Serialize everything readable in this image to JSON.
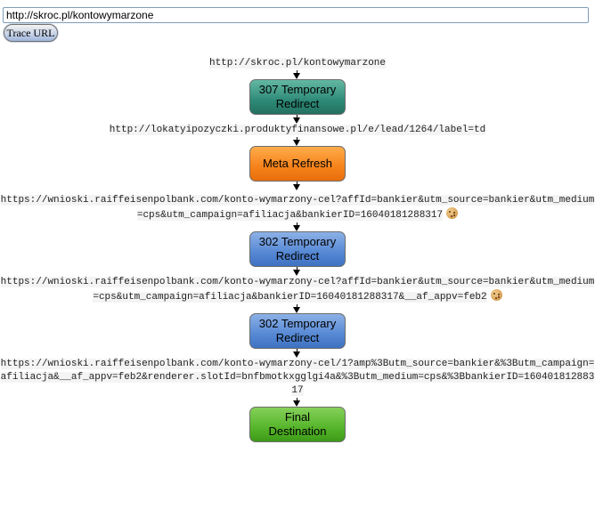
{
  "input": {
    "value": "http://skroc.pl/kontowymarzone"
  },
  "trace_button": {
    "label": "Trace URL"
  },
  "chain": [
    {
      "url": "http://skroc.pl/kontowymarzone",
      "cookie": false
    },
    {
      "status": "307 Temporary Redirect",
      "kind": "s307"
    },
    {
      "url": "http://lokatyipozyczki.produktyfinansowe.pl/e/lead/1264/label=td",
      "cookie": false
    },
    {
      "status": "Meta Refresh",
      "kind": "meta"
    },
    {
      "url": "https://wnioski.raiffeisenpolbank.com/konto-wymarzony-cel?affId=bankier&utm_source=bankier&utm_medium=cps&utm_campaign=afiliacja&bankierID=16040181288317",
      "cookie": true
    },
    {
      "status": "302 Temporary Redirect",
      "kind": "s302"
    },
    {
      "url": "https://wnioski.raiffeisenpolbank.com/konto-wymarzony-cel?affId=bankier&utm_source=bankier&utm_medium=cps&utm_campaign=afiliacja&bankierID=16040181288317&__af_appv=feb2",
      "cookie": true
    },
    {
      "status": "302 Temporary Redirect",
      "kind": "s302"
    },
    {
      "url": "https://wnioski.raiffeisenpolbank.com/konto-wymarzony-cel/1?amp%3Butm_source=bankier&%3Butm_campaign=afiliacja&__af_appv=feb2&renderer.slotId=bnfbmotkxgglgi4a&%3Butm_medium=cps&%3BbankierID=16040181288317",
      "cookie": false
    },
    {
      "status": "Final Destination",
      "kind": "final"
    }
  ]
}
